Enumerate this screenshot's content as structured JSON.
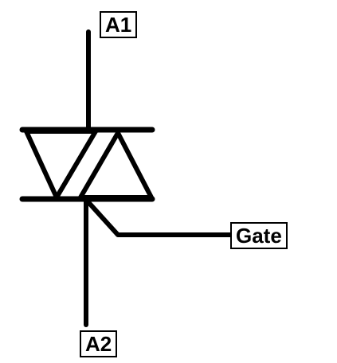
{
  "terminals": {
    "a1": "A1",
    "gate": "Gate",
    "a2": "A2"
  },
  "colors": {
    "line": "#000000",
    "background": "#ffffff"
  }
}
